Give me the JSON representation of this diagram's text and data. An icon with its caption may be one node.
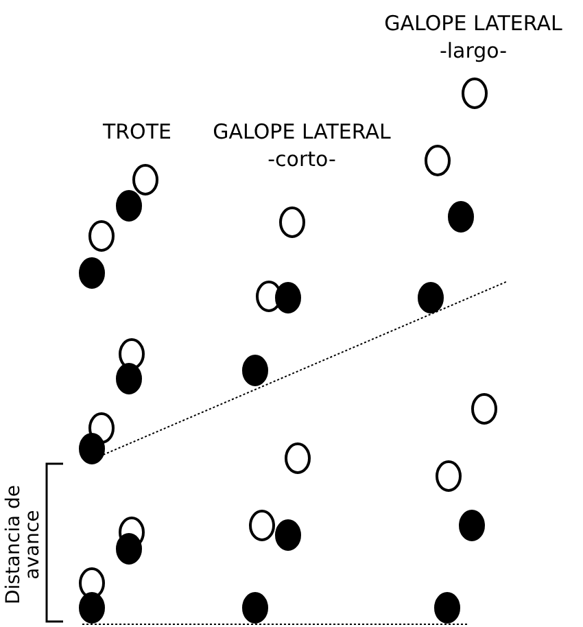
{
  "diagram": {
    "labels": [
      "GALOPE LATERAL",
      "-largo-",
      "TROTE",
      "GALOPE LATERAL",
      "-corto-",
      "Distancia de avance"
    ]
  }
}
